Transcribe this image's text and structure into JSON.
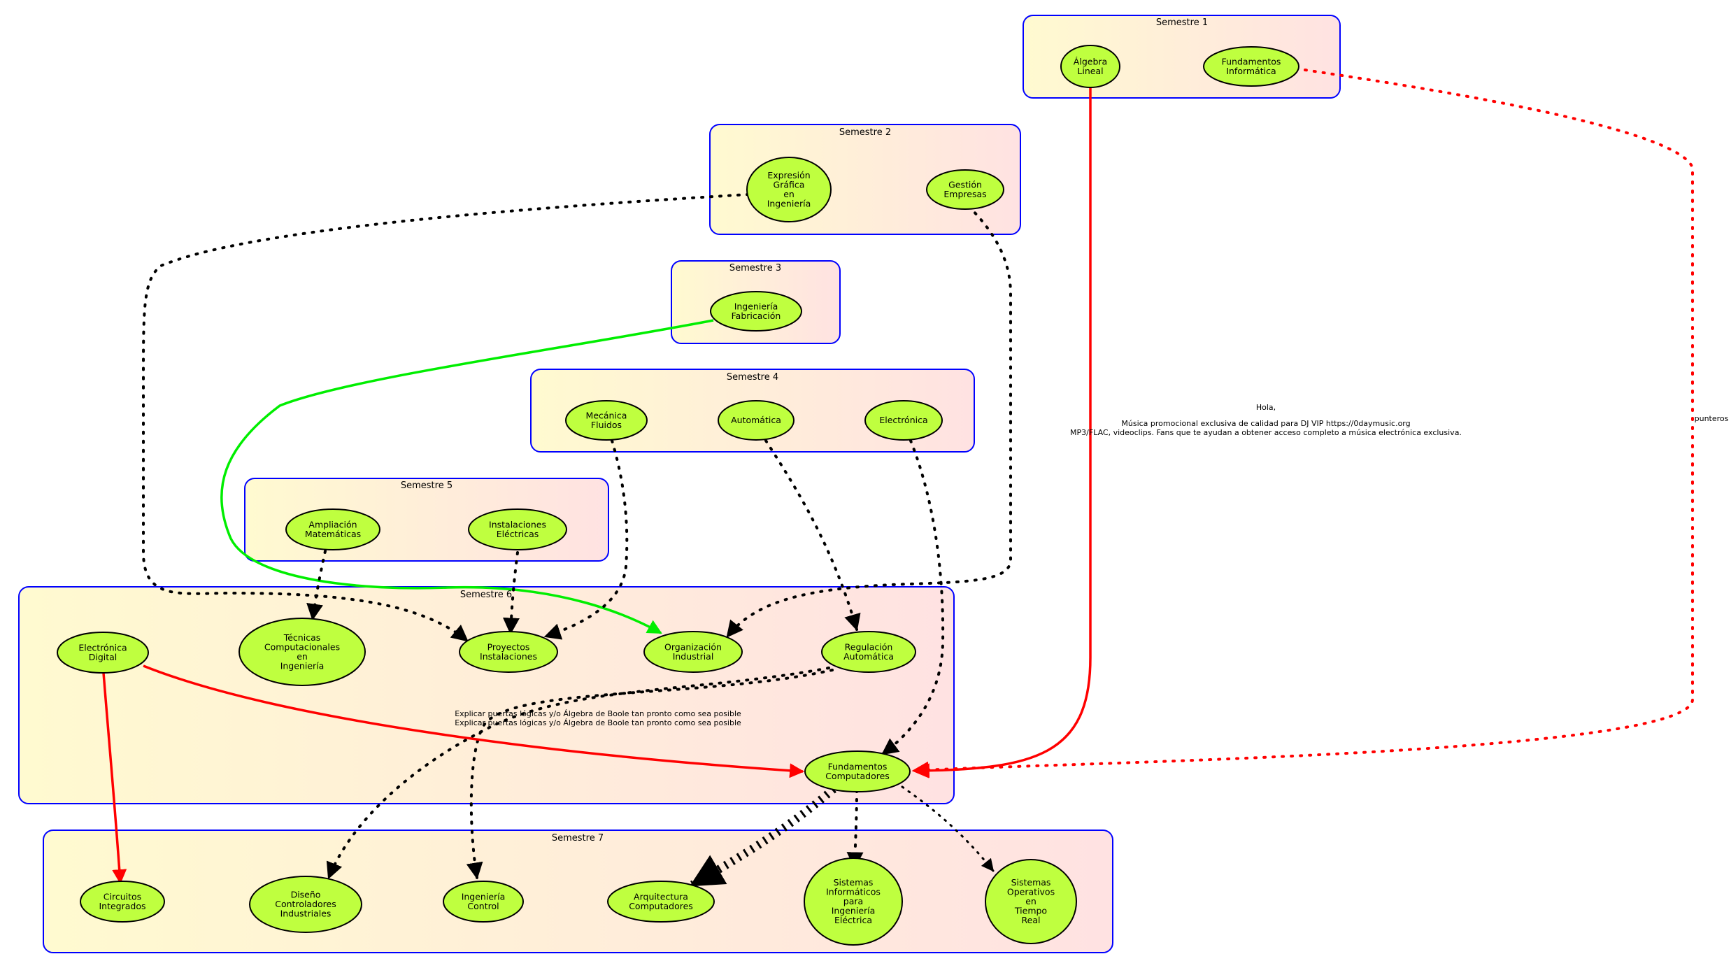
{
  "colors": {
    "cluster_gradient_start": "#fffad0",
    "cluster_gradient_end": "#ffe2e2",
    "cluster_border": "#0000ff",
    "node_fill": "#bfff3f",
    "red_edge": "#ff0000",
    "green_edge": "#00ee00",
    "black_edge": "#000000"
  },
  "clusters": {
    "s1": "Semestre 1",
    "s2": "Semestre 2",
    "s3": "Semestre 3",
    "s4": "Semestre 4",
    "s5": "Semestre 5",
    "s6": "Semestre 6",
    "s7": "Semestre 7"
  },
  "nodes": {
    "algebra": [
      "Álgebra",
      "Lineal"
    ],
    "fund_inf": [
      "Fundamentos",
      "Informática"
    ],
    "expresion": [
      "Expresión",
      "Gráfica",
      "en",
      "Ingeniería"
    ],
    "gestion": [
      "Gestión",
      "Empresas"
    ],
    "ing_fab": [
      "Ingeniería",
      "Fabricación"
    ],
    "mecanica": [
      "Mecánica",
      "Fluidos"
    ],
    "automatica": [
      "Automática"
    ],
    "electronica": [
      "Electrónica"
    ],
    "ampliacion": [
      "Ampliación",
      "Matemáticas"
    ],
    "instalaciones": [
      "Instalaciones",
      "Eléctricas"
    ],
    "elec_digital": [
      "Electrónica",
      "Digital"
    ],
    "tecnicas": [
      "Técnicas",
      "Computacionales",
      "en",
      "Ingeniería"
    ],
    "proyectos": [
      "Proyectos",
      "Instalaciones"
    ],
    "organizacion": [
      "Organización",
      "Industrial"
    ],
    "regulacion": [
      "Regulación",
      "Automática"
    ],
    "fund_comp": [
      "Fundamentos",
      "Computadores"
    ],
    "circuitos": [
      "Circuitos",
      "Integrados"
    ],
    "diseno": [
      "Diseño",
      "Controladores",
      "Industriales"
    ],
    "ing_control": [
      "Ingeniería",
      "Control"
    ],
    "arquitectura": [
      "Arquitectura",
      "Computadores"
    ],
    "sist_inf": [
      "Sistemas",
      "Informáticos",
      "para",
      "Ingeniería",
      "Eléctrica"
    ],
    "sist_op": [
      "Sistemas",
      "Operativos",
      "en",
      "Tiempo",
      "Real"
    ]
  },
  "edge_labels": {
    "hola": [
      "Hola,",
      "",
      "Música promocional exclusiva de calidad para DJ VIP https://0daymusic.org",
      "MP3/FLAC, videoclips. Fans que te ayudan a obtener acceso completo a música electrónica exclusiva."
    ],
    "punteros": [
      "punteros"
    ],
    "explicar": [
      "Explicar puertas lógicas y/o Álgebra de Boole tan pronto como sea posible",
      "Explicar puertas lógicas y/o Álgebra de Boole tan pronto como sea posible"
    ]
  }
}
